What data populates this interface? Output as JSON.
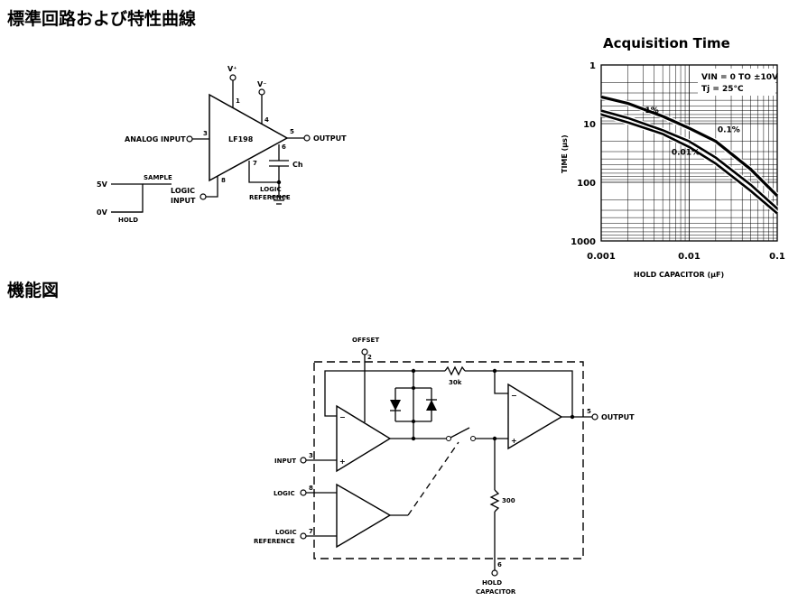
{
  "headings": {
    "standard_circuit": "標準回路および特性曲線",
    "block_diagram": "機能図"
  },
  "circuit": {
    "vplus": "V⁺",
    "vminus": "V⁻",
    "pin1": "1",
    "pin3": "3",
    "pin4": "4",
    "pin5": "5",
    "pin6": "6",
    "pin7": "7",
    "pin8": "8",
    "chip": "LF198",
    "analog_input": "ANALOG INPUT",
    "output": "OUTPUT",
    "ch": "Ch",
    "logic_reference_1": "LOGIC",
    "logic_reference_2": "REFERENCE",
    "logic_input_1": "LOGIC",
    "logic_input_2": "INPUT",
    "v5": "5V",
    "v0": "0V",
    "sample": "SAMPLE",
    "hold": "HOLD"
  },
  "chart_data": {
    "type": "line",
    "title": "Acquisition Time",
    "xlabel": "HOLD CAPACITOR (μF)",
    "ylabel": "TIME (μs)",
    "x_scale": "log",
    "y_scale": "log",
    "y_inverted": true,
    "xlim": [
      0.001,
      0.1
    ],
    "ylim": [
      1,
      1000
    ],
    "x_ticks": [
      "0.001",
      "0.01",
      "0.1"
    ],
    "y_ticks": [
      "1",
      "10",
      "100",
      "1000"
    ],
    "grid": true,
    "conditions": [
      "VIN = 0 TO ±10V",
      "Tj = 25°C"
    ],
    "series": [
      {
        "name": "1%",
        "x": [
          0.001,
          0.002,
          0.005,
          0.01,
          0.02,
          0.05,
          0.1
        ],
        "y": [
          3.5,
          4.5,
          7.5,
          12,
          20,
          60,
          170
        ]
      },
      {
        "name": "0.1%",
        "x": [
          0.001,
          0.002,
          0.005,
          0.01,
          0.02,
          0.05,
          0.1
        ],
        "y": [
          6,
          8,
          13,
          20,
          38,
          110,
          280
        ]
      },
      {
        "name": "0.01%",
        "x": [
          0.001,
          0.002,
          0.005,
          0.01,
          0.02,
          0.05,
          0.1
        ],
        "y": [
          7,
          9.5,
          15,
          25,
          48,
          140,
          340
        ]
      }
    ]
  },
  "block": {
    "offset": "OFFSET",
    "pin2": "2",
    "r30k": "30k",
    "input": "INPUT",
    "logic": "LOGIC",
    "logic_ref_1": "LOGIC",
    "logic_ref_2": "REFERENCE",
    "pin3": "3",
    "pin8": "8",
    "pin7": "7",
    "pin5": "5",
    "pin6": "6",
    "output": "OUTPUT",
    "r300": "300",
    "hold_1": "HOLD",
    "hold_2": "CAPACITOR"
  }
}
